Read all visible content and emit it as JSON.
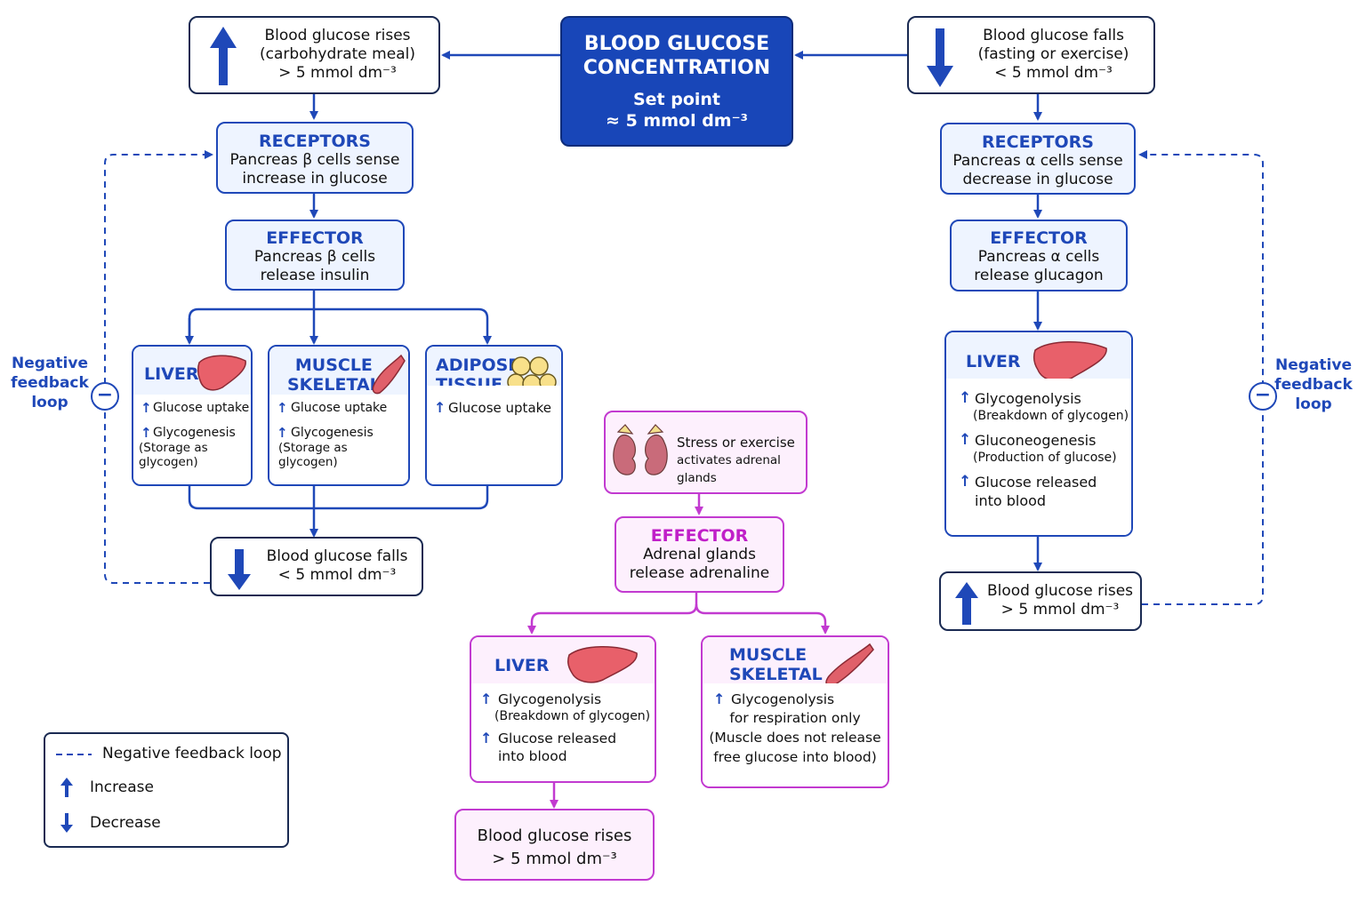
{
  "center": {
    "title1": "BLOOD GLUCOSE",
    "title2": "CONCENTRATION",
    "setpoint": "Set point",
    "setvalue": "≈ 5 mmol dm⁻³"
  },
  "left": {
    "trigger": {
      "line1": "Blood glucose rises",
      "line2": "(carbohydrate meal)",
      "line3": "> 5 mmol dm⁻³"
    },
    "receptors": {
      "title": "RECEPTORS",
      "line1": "Pancreas β cells sense",
      "line2": "increase in glucose"
    },
    "effector": {
      "title": "EFFECTOR",
      "line1": "Pancreas β cells",
      "line2": "release insulin"
    },
    "liver": {
      "title": "LIVER",
      "item1": "Glucose uptake",
      "item2": "Glycogenesis",
      "item2_note": "(Storage as glycogen)"
    },
    "muscle": {
      "title1": "MUSCLE",
      "title2": "SKELETAL",
      "item1": "Glucose uptake",
      "item2": "Glycogenesis",
      "item2_note": "(Storage as glycogen)"
    },
    "adipose": {
      "title1": "ADIPOSE",
      "title2": "TISSUE",
      "item1": "Glucose uptake"
    },
    "result": {
      "line1": "Blood glucose falls",
      "line2": "< 5 mmol dm⁻³"
    },
    "feedback": {
      "line1": "Negative",
      "line2": "feedback",
      "line3": "loop",
      "symbol": "−"
    }
  },
  "right": {
    "trigger": {
      "line1": "Blood glucose falls",
      "line2": "(fasting or exercise)",
      "line3": "< 5 mmol dm⁻³"
    },
    "receptors": {
      "title": "RECEPTORS",
      "line1": "Pancreas α cells sense",
      "line2": "decrease in glucose"
    },
    "effector": {
      "title": "EFFECTOR",
      "line1": "Pancreas α cells",
      "line2": "release glucagon"
    },
    "liver": {
      "title": "LIVER",
      "item1": "Glycogenolysis",
      "item1_note": "(Breakdown of glycogen)",
      "item2": "Gluconeogenesis",
      "item2_note": "(Production of glucose)",
      "item3a": "Glucose released",
      "item3b": "into blood"
    },
    "result": {
      "line1": "Blood glucose rises",
      "line2": "> 5 mmol dm⁻³"
    },
    "feedback": {
      "line1": "Negative",
      "line2": "feedback",
      "line3": "loop",
      "symbol": "−"
    }
  },
  "middle": {
    "stress": {
      "line1": "Stress or exercise",
      "line2": "activates adrenal glands"
    },
    "effector": {
      "title": "EFFECTOR",
      "line1": "Adrenal glands",
      "line2": "release adrenaline"
    },
    "liver": {
      "title": "LIVER",
      "item1": "Glycogenolysis",
      "item1_note": "(Breakdown of glycogen)",
      "item2a": "Glucose released",
      "item2b": "into blood"
    },
    "muscle": {
      "title1": "MUSCLE",
      "title2": "SKELETAL",
      "item1": "Glycogenolysis",
      "item1b": "for respiration only",
      "note1": "(Muscle does not release",
      "note2": "free glucose into blood)"
    },
    "result": {
      "line1": "Blood glucose rises",
      "line2": "> 5 mmol dm⁻³"
    }
  },
  "legend": {
    "dashed": "Negative feedback loop",
    "increase": "Increase",
    "decrease": "Decrease"
  },
  "symbols": {
    "up": "↑",
    "down": "↓"
  },
  "colors": {
    "blue": "#1f48b8",
    "navy": "#1a2a52",
    "magenta": "#c23ad0",
    "hero": "#1846b8"
  },
  "icons": [
    "liver-icon",
    "muscle-icon",
    "fat-cells-icon",
    "kidney-adrenal-icon",
    "up-arrow-icon",
    "down-arrow-icon"
  ]
}
